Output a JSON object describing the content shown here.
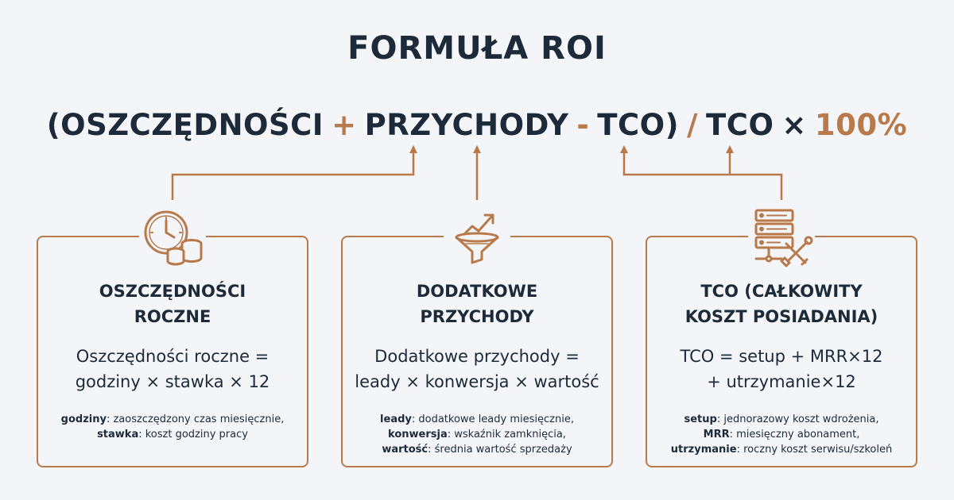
{
  "title": "FORMUŁA ROI",
  "formula": {
    "open_savings": "(OSZCZĘDNOŚCI",
    "plus": "+",
    "revenue": "PRZYCHODY",
    "minus": "-",
    "tco_close": "TCO)",
    "slash": "/",
    "tco": "TCO",
    "times": "×",
    "percent": "100%"
  },
  "colors": {
    "accent": "#b87a4b",
    "text": "#1d2a3a",
    "background": "#f3f5f8"
  },
  "cards": [
    {
      "icon": "clock-coins-icon",
      "title_lines": [
        "OSZCZĘDNOŚCI",
        "ROCZNE"
      ],
      "equation_lines": [
        "Oszczędności roczne =",
        "godziny × stawka × 12"
      ],
      "definitions": [
        {
          "term": "godziny",
          "text": ": zaoszczędzony czas miesięcznie,"
        },
        {
          "term": "stawka",
          "text": ": koszt godziny pracy"
        }
      ]
    },
    {
      "icon": "funnel-growth-icon",
      "title_lines": [
        "DODATKOWE",
        "PRZYCHODY"
      ],
      "equation_lines": [
        "Dodatkowe przychody =",
        "leady × konwersja × wartość"
      ],
      "definitions": [
        {
          "term": "leady",
          "text": ": dodatkowe leady miesięcznie,"
        },
        {
          "term": "konwersja",
          "text": ": wskaźnik zamknięcia,"
        },
        {
          "term": "wartość",
          "text": ": średnia wartość sprzedaży"
        }
      ]
    },
    {
      "icon": "server-tools-icon",
      "title_lines": [
        "TCO (CAŁKOWITY",
        "KOSZT POSIADANIA)"
      ],
      "equation_lines": [
        "TCO = setup + MRR×12",
        "+ utrzymanie×12"
      ],
      "definitions": [
        {
          "term": "setup",
          "text": ": jednorazowy koszt wdrożenia,"
        },
        {
          "term": "MRR",
          "text": ": miesięczny abonament,"
        },
        {
          "term": "utrzymanie",
          "text": ": roczny koszt serwisu/szkoleń"
        }
      ]
    }
  ]
}
